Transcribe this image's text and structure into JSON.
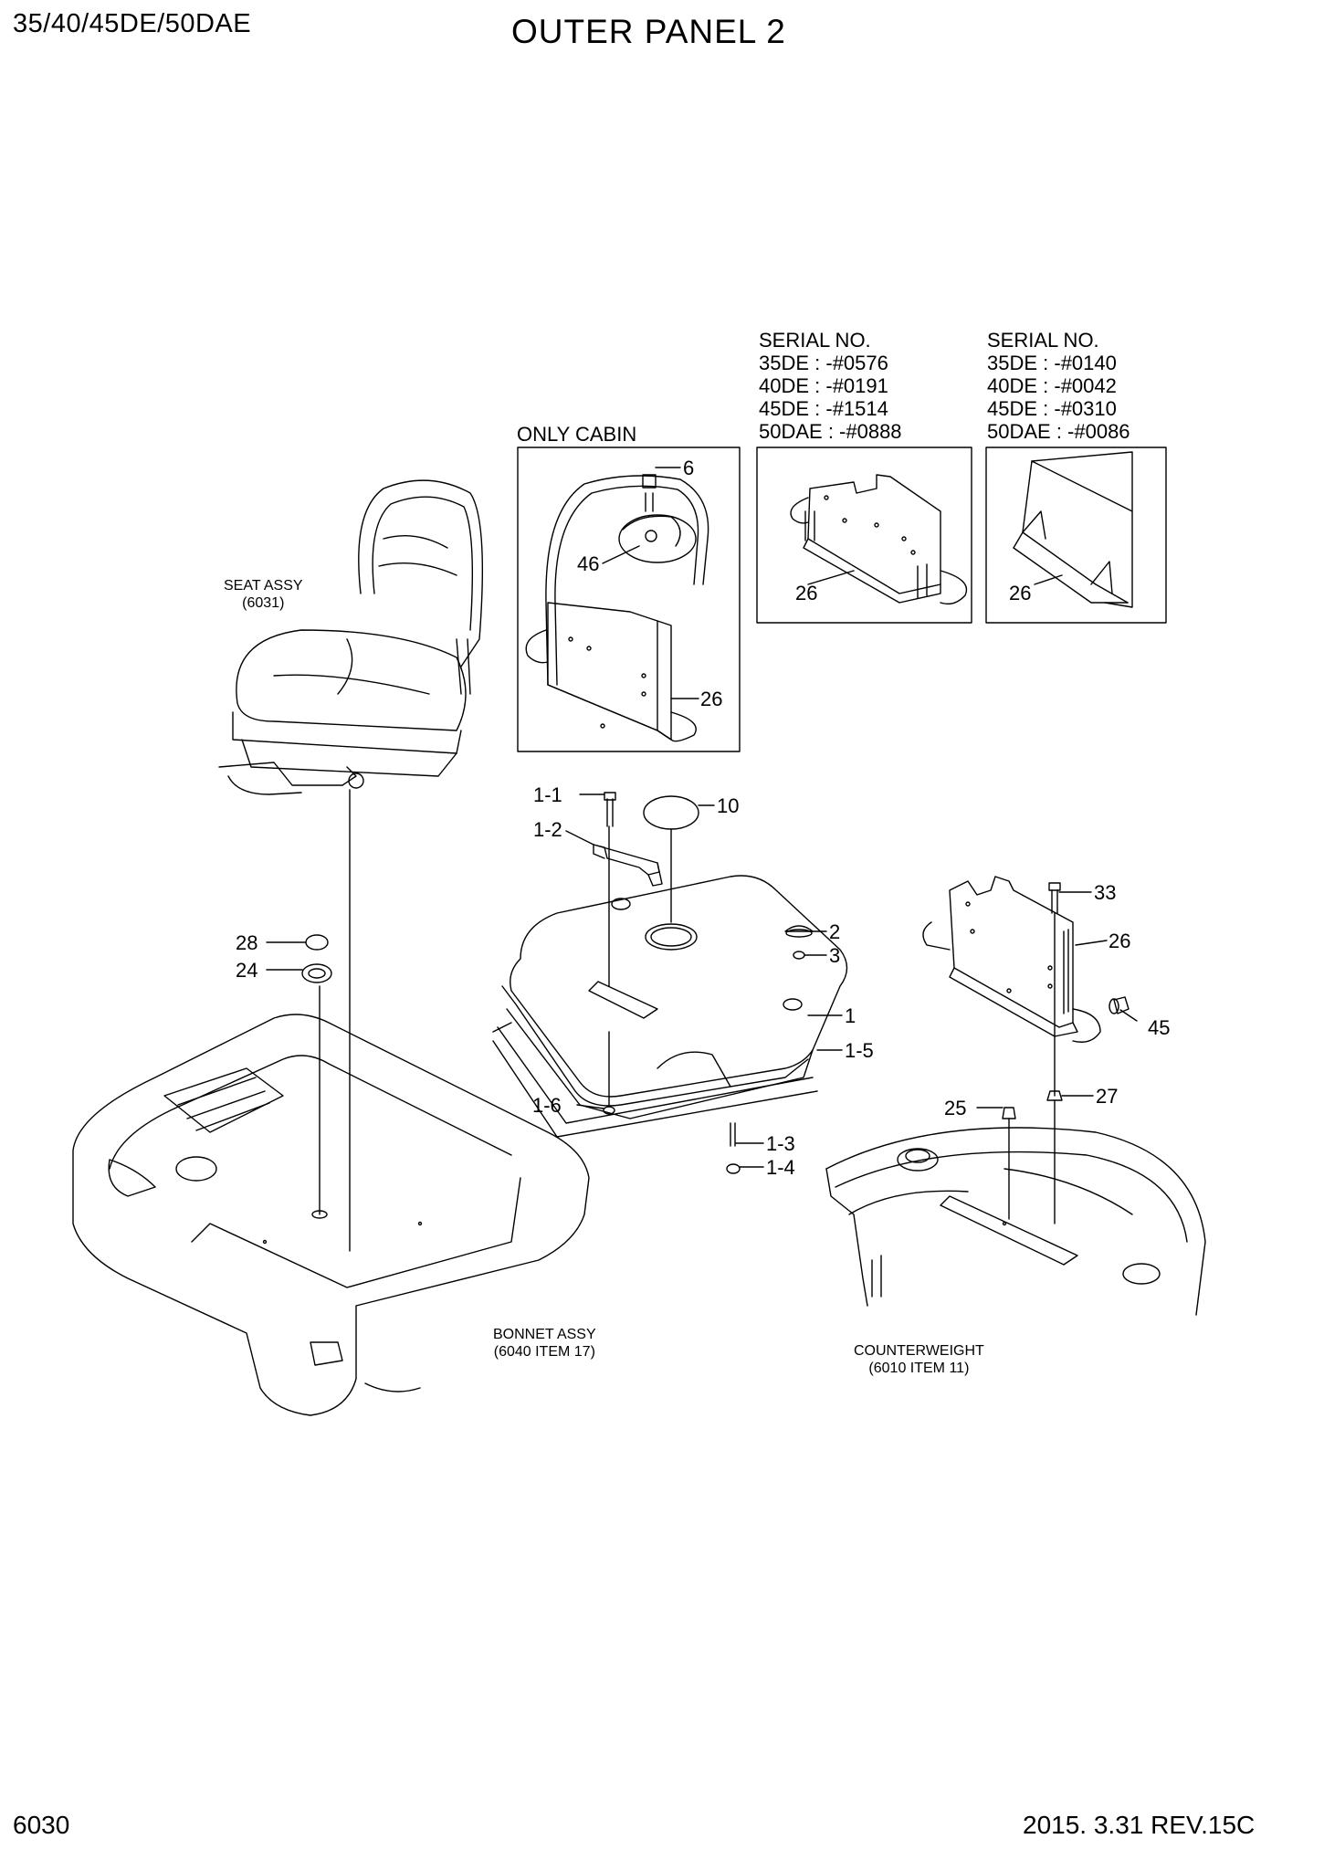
{
  "header": {
    "model": "35/40/45DE/50DAE",
    "title": "OUTER PANEL 2"
  },
  "footer": {
    "page_number": "6030",
    "revision": "2015. 3.31  REV.15C"
  },
  "notes": {
    "only_cabin": "ONLY CABIN",
    "serial_left": {
      "heading": "SERIAL NO.",
      "lines": [
        "35DE : -#0576",
        "40DE : -#0191",
        "45DE : -#1514",
        "50DAE : -#0888"
      ]
    },
    "serial_right": {
      "heading": "SERIAL NO.",
      "lines": [
        "35DE : -#0140",
        "40DE : -#0042",
        "45DE : -#0310",
        "50DAE : -#0086"
      ]
    }
  },
  "assemblies": {
    "seat": {
      "name": "SEAT ASSY",
      "ref": "(6031)"
    },
    "bonnet": {
      "name": "BONNET ASSY",
      "ref": "(6040 ITEM 17)"
    },
    "counterweight": {
      "name": "COUNTERWEIGHT",
      "ref": "(6010 ITEM 11)"
    }
  },
  "callouts": {
    "c6": "6",
    "c46": "46",
    "c26_cabin": "26",
    "c26_left": "26",
    "c26_right": "26",
    "c1_1": "1-1",
    "c1_2": "1-2",
    "c10": "10",
    "c2": "2",
    "c3": "3",
    "c1": "1",
    "c1_5": "1-5",
    "c1_6": "1-6",
    "c1_3": "1-3",
    "c1_4": "1-4",
    "c28": "28",
    "c24": "24",
    "c33": "33",
    "c26_bracket": "26",
    "c45": "45",
    "c27": "27",
    "c25": "25"
  }
}
